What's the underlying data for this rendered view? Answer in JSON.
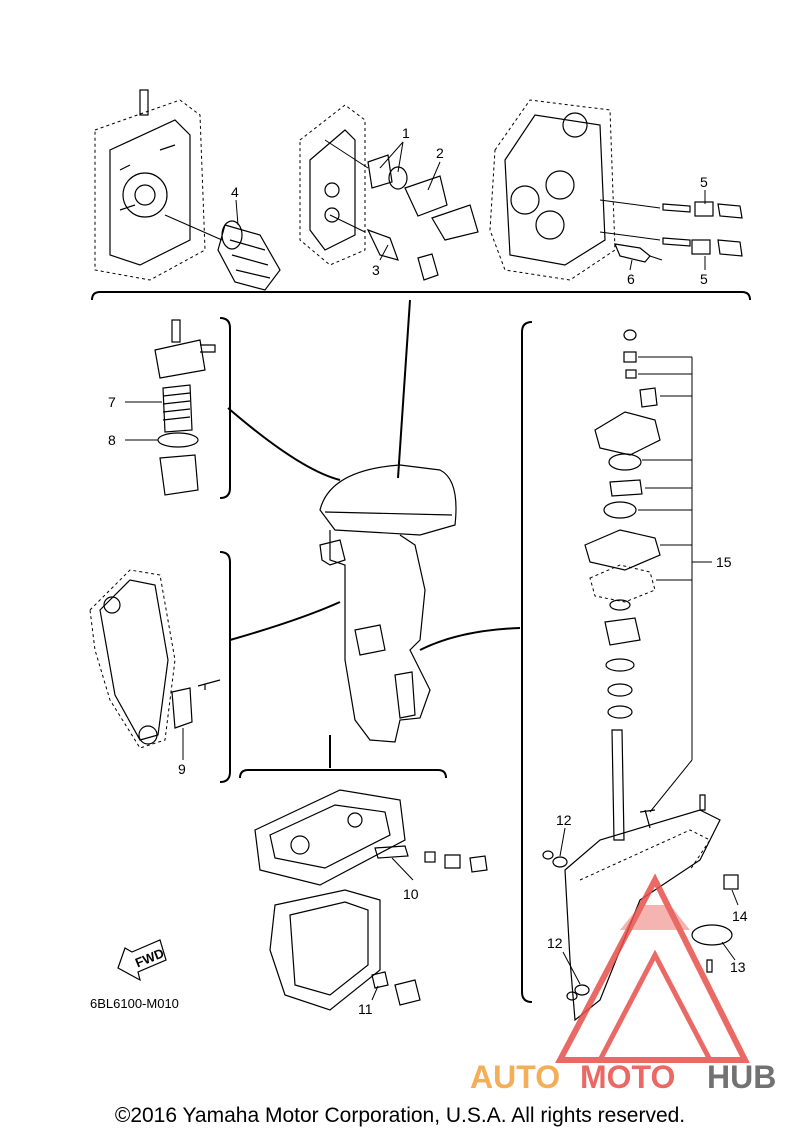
{
  "callouts": {
    "c1": "1",
    "c2": "2",
    "c3": "3",
    "c4": "4",
    "c5a": "5",
    "c5b": "5",
    "c6": "6",
    "c7": "7",
    "c8": "8",
    "c9": "9",
    "c10": "10",
    "c11": "11",
    "c12a": "12",
    "c12b": "12",
    "c13": "13",
    "c14": "14",
    "c15": "15"
  },
  "fwd_label": "FWD",
  "diagram_code": "6BL6100-M010",
  "watermark": {
    "auto": "AUTO",
    "moto": "MOTO",
    "hub": "HUB"
  },
  "copyright": "©2016 Yamaha Motor Corporation, U.S.A. All rights reserved.",
  "colors": {
    "watermark_red": "#e8504a",
    "watermark_orange": "#f2a03a",
    "watermark_gray": "#5a5a5a"
  }
}
